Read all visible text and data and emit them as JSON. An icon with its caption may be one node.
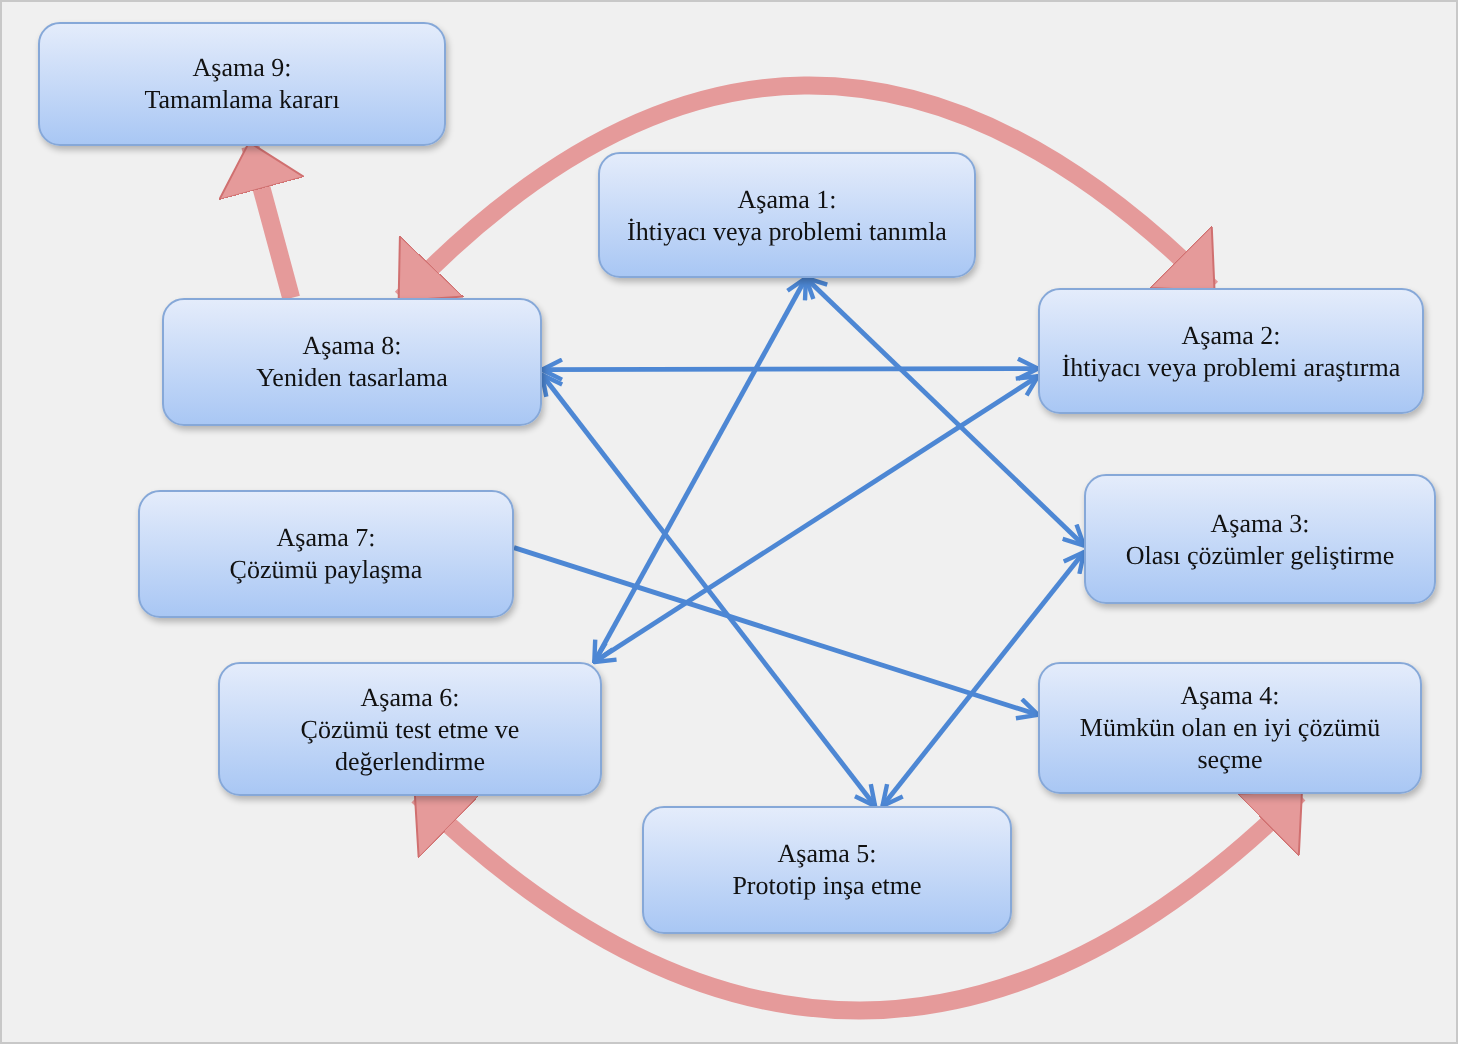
{
  "diagram": {
    "nodes": [
      {
        "text": [
          "Aşama 9:",
          "Tamamlama kararı"
        ]
      },
      {
        "text": [
          "Aşama 1:",
          "İhtiyacı veya problemi tanımla"
        ]
      },
      {
        "text": [
          "Aşama 8:",
          "Yeniden tasarlama"
        ]
      },
      {
        "text": [
          "Aşama 2:",
          "İhtiyacı veya problemi araştırma"
        ]
      },
      {
        "text": [
          "Aşama 7:",
          "Çözümü paylaşma"
        ]
      },
      {
        "text": [
          "Aşama 3:",
          "Olası çözümler geliştirme"
        ]
      },
      {
        "text": [
          "Aşama 6:",
          "Çözümü test etme ve değerlendirme"
        ]
      },
      {
        "text": [
          "Aşama 4:",
          "Mümkün olan en iyi çözümü seçme"
        ]
      },
      {
        "text": [
          "Aşama 5:",
          "Prototip inşa etme"
        ]
      }
    ],
    "edges": [
      {
        "from": 2,
        "to": 3,
        "arrow": "both"
      },
      {
        "from": 1,
        "to": 5,
        "arrow": "both"
      },
      {
        "from": 1,
        "to": 6,
        "arrow": "both"
      },
      {
        "from": 3,
        "to": 6,
        "arrow": "both"
      },
      {
        "from": 2,
        "to": 8,
        "arrow": "both"
      },
      {
        "from": 8,
        "to": 5,
        "arrow": "both"
      },
      {
        "from": 4,
        "to": 7,
        "arrow": "to"
      },
      {
        "from": 2,
        "to": 0,
        "arrow": "to",
        "style": "thick",
        "color": "#e59a9a"
      },
      {
        "from": 2,
        "to": 3,
        "arrow": "both",
        "style": "thick",
        "color": "#e59a9a"
      },
      {
        "from": 6,
        "to": 7,
        "arrow": "both",
        "style": "thick",
        "color": "#e59a9a"
      }
    ]
  }
}
